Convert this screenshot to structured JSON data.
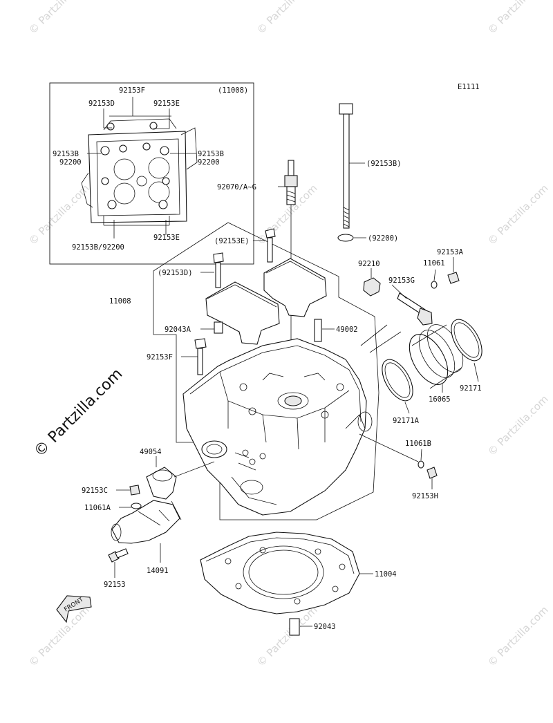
{
  "diagram_code": "E1111",
  "brand_watermark": "© Partzilla.com",
  "tile_watermark": "© Partzilla.com",
  "front_label": "FRONT",
  "inset": {
    "group_label": "(11008)",
    "labels": {
      "top": "92153F",
      "upper_left": "92153D",
      "upper_right": "92153E",
      "left_bolt": "92153B",
      "left_washer": "92200",
      "right_bolt": "92153B",
      "right_washer": "92200",
      "bottom_left": "92153B/92200",
      "bottom_right": "92153E"
    }
  },
  "callouts": {
    "c92153B": "(92153B)",
    "c92070": "92070/A~G",
    "c92200": "(92200)",
    "c92153E": "(92153E)",
    "c92153A": "92153A",
    "c92210": "92210",
    "c11061": "11061",
    "c92153D": "(92153D)",
    "c92153G": "92153G",
    "c11008": "11008",
    "c92043A": "92043A",
    "c49002": "49002",
    "c92153F": "92153F",
    "c92171": "92171",
    "c16065": "16065",
    "c92171A": "92171A",
    "c49054": "49054",
    "c11061B": "11061B",
    "c92153C": "92153C",
    "c92153H": "92153H",
    "c11061A": "11061A",
    "c14091": "14091",
    "c92153": "92153",
    "c11004": "11004",
    "c92043": "92043"
  }
}
